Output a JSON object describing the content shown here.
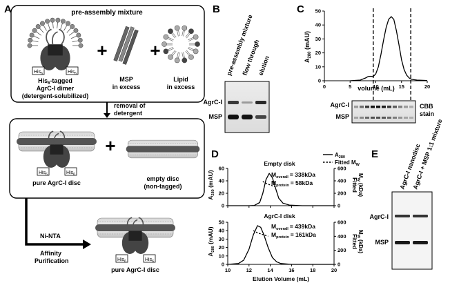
{
  "panels": {
    "A": {
      "letter": "A",
      "mixture_title": "pre-assembly mixture",
      "his_tag": "His",
      "his_sub": "6",
      "dimer_label_1a": "His",
      "dimer_label_1b": "6",
      "dimer_label_1c": "-tagged",
      "dimer_label_2": "AgrC-I dimer",
      "dimer_label_3": "(detergent-solubilized)",
      "msp_label_1": "MSP",
      "msp_label_2": "in excess",
      "lipid_label_1": "Lipid",
      "lipid_label_2": "in excess",
      "removal_1": "removal of",
      "removal_2": "detergent",
      "pure_disc": "pure AgrC-I disc",
      "empty_disc_1": "empty disc",
      "empty_disc_2": "(non-tagged)",
      "ni_nta": "Ni-NTA",
      "affinity_1": "Affinity",
      "affinity_2": "Purification",
      "final_disc": "pure AgrC-I disc"
    },
    "B": {
      "letter": "B",
      "lanes": [
        "pre-assembly mixture",
        "flow through",
        "elution"
      ],
      "band_agrc": "AgrC-I",
      "band_msp": "MSP"
    },
    "C": {
      "letter": "C",
      "ylabel": "A",
      "ylabel_sub": "280",
      "ylabel_unit": " (mAU)",
      "xlabel": "volume (mL)",
      "band_agrc": "AgrC-I",
      "band_msp": "MSP",
      "stain_1": "CBB",
      "stain_2": "stain"
    },
    "D": {
      "letter": "D",
      "legend_a280": "A",
      "legend_a280_sub": "280",
      "legend_fitted": "Fitted M",
      "legend_fitted_sub": "W",
      "top_title": "Empty disk",
      "top_m_overall": "= 338kDa",
      "top_m_protein": "= 58kDa",
      "bottom_title": "AgrC-I disk",
      "bottom_m_overall": "= 439kDa",
      "bottom_m_protein": "= 161kDa",
      "m_label": "M",
      "sub_overall": "overall",
      "sub_protein": "protein",
      "ylabel_left": "A",
      "ylabel_left_sub": "280",
      "ylabel_left_unit": " (mAU)",
      "ylabel_right_1": "Fitted",
      "ylabel_right_2": "M",
      "ylabel_right_sub": "W",
      "ylabel_right_unit": " (kDa)",
      "xlabel": "Elution Volume (mL)"
    },
    "E": {
      "letter": "E",
      "lanes": [
        "AgrC-I nanodisc",
        "AgrC-I + MSP 1:1 mixture"
      ],
      "band_agrc": "AgrC-I",
      "band_msp": "MSP"
    }
  },
  "chart_data": [
    {
      "type": "line",
      "panel": "C",
      "xlabel": "volume (mL)",
      "ylabel": "A280 (mAU)",
      "xlim": [
        0,
        20
      ],
      "ylim": [
        0,
        50
      ],
      "xticks": [
        0,
        5,
        10,
        15,
        20
      ],
      "yticks": [
        0,
        10,
        20,
        30,
        40,
        50
      ],
      "dashed_markers_x": [
        9.5,
        16.8
      ],
      "series": [
        {
          "x": [
            5,
            7,
            8,
            8.5,
            9,
            9.5,
            10,
            10.5,
            11,
            11.5,
            12,
            12.5,
            13,
            13.5,
            14,
            14.5,
            15,
            15.5,
            16,
            16.5,
            17,
            18,
            20
          ],
          "y": [
            0,
            0.5,
            2,
            3,
            3.2,
            3,
            5,
            10,
            19,
            29,
            38,
            44,
            46,
            44,
            36,
            26,
            15,
            8,
            4,
            2,
            1,
            0.5,
            0.2
          ]
        }
      ]
    },
    {
      "type": "line",
      "panel": "D-top",
      "title": "Empty disk",
      "xlabel": "Elution Volume (mL)",
      "ylabel": "A280 (mAU)",
      "y2label": "Fitted MW (kDa)",
      "xlim": [
        10,
        20
      ],
      "ylim": [
        0,
        60
      ],
      "y2lim": [
        0,
        600
      ],
      "xticks": [
        10,
        12,
        14,
        16,
        18,
        20
      ],
      "yticks": [
        0,
        20,
        40,
        60
      ],
      "y2ticks": [
        0,
        200,
        400,
        600
      ],
      "series": [
        {
          "name": "A280",
          "x": [
            10,
            12,
            12.5,
            13,
            13.3,
            13.6,
            13.9,
            14.2,
            14.5,
            14.8,
            15.2,
            15.8,
            17,
            20
          ],
          "y": [
            0,
            0,
            0.5,
            5,
            20,
            42,
            52,
            45,
            28,
            12,
            4,
            1,
            0,
            0
          ]
        },
        {
          "name": "Fitted MW",
          "x": [
            13.3,
            13.6,
            13.9,
            14.2,
            14.5
          ],
          "y": [
            390,
            360,
            340,
            320,
            300
          ]
        }
      ]
    },
    {
      "type": "line",
      "panel": "D-bottom",
      "title": "AgrC-I disk",
      "xlabel": "Elution Volume (mL)",
      "ylabel": "A280 (mAU)",
      "y2label": "Fitted MW (kDa)",
      "xlim": [
        10,
        20
      ],
      "ylim": [
        0,
        50
      ],
      "y2lim": [
        0,
        600
      ],
      "xticks": [
        10,
        12,
        14,
        16,
        18,
        20
      ],
      "yticks": [
        0,
        10,
        20,
        30,
        40,
        50
      ],
      "y2ticks": [
        0,
        200,
        400,
        600
      ],
      "series": [
        {
          "name": "A280",
          "x": [
            10,
            11,
            11.5,
            12,
            12.4,
            12.8,
            13.1,
            13.4,
            13.8,
            14.2,
            14.6,
            15,
            16,
            20
          ],
          "y": [
            0,
            1,
            5,
            18,
            35,
            46,
            44,
            35,
            20,
            8,
            3,
            1,
            0,
            0
          ]
        },
        {
          "name": "Fitted MW",
          "x": [
            12.4,
            12.8,
            13.1,
            13.4,
            13.8
          ],
          "y": [
            480,
            450,
            435,
            420,
            400
          ]
        }
      ]
    }
  ]
}
